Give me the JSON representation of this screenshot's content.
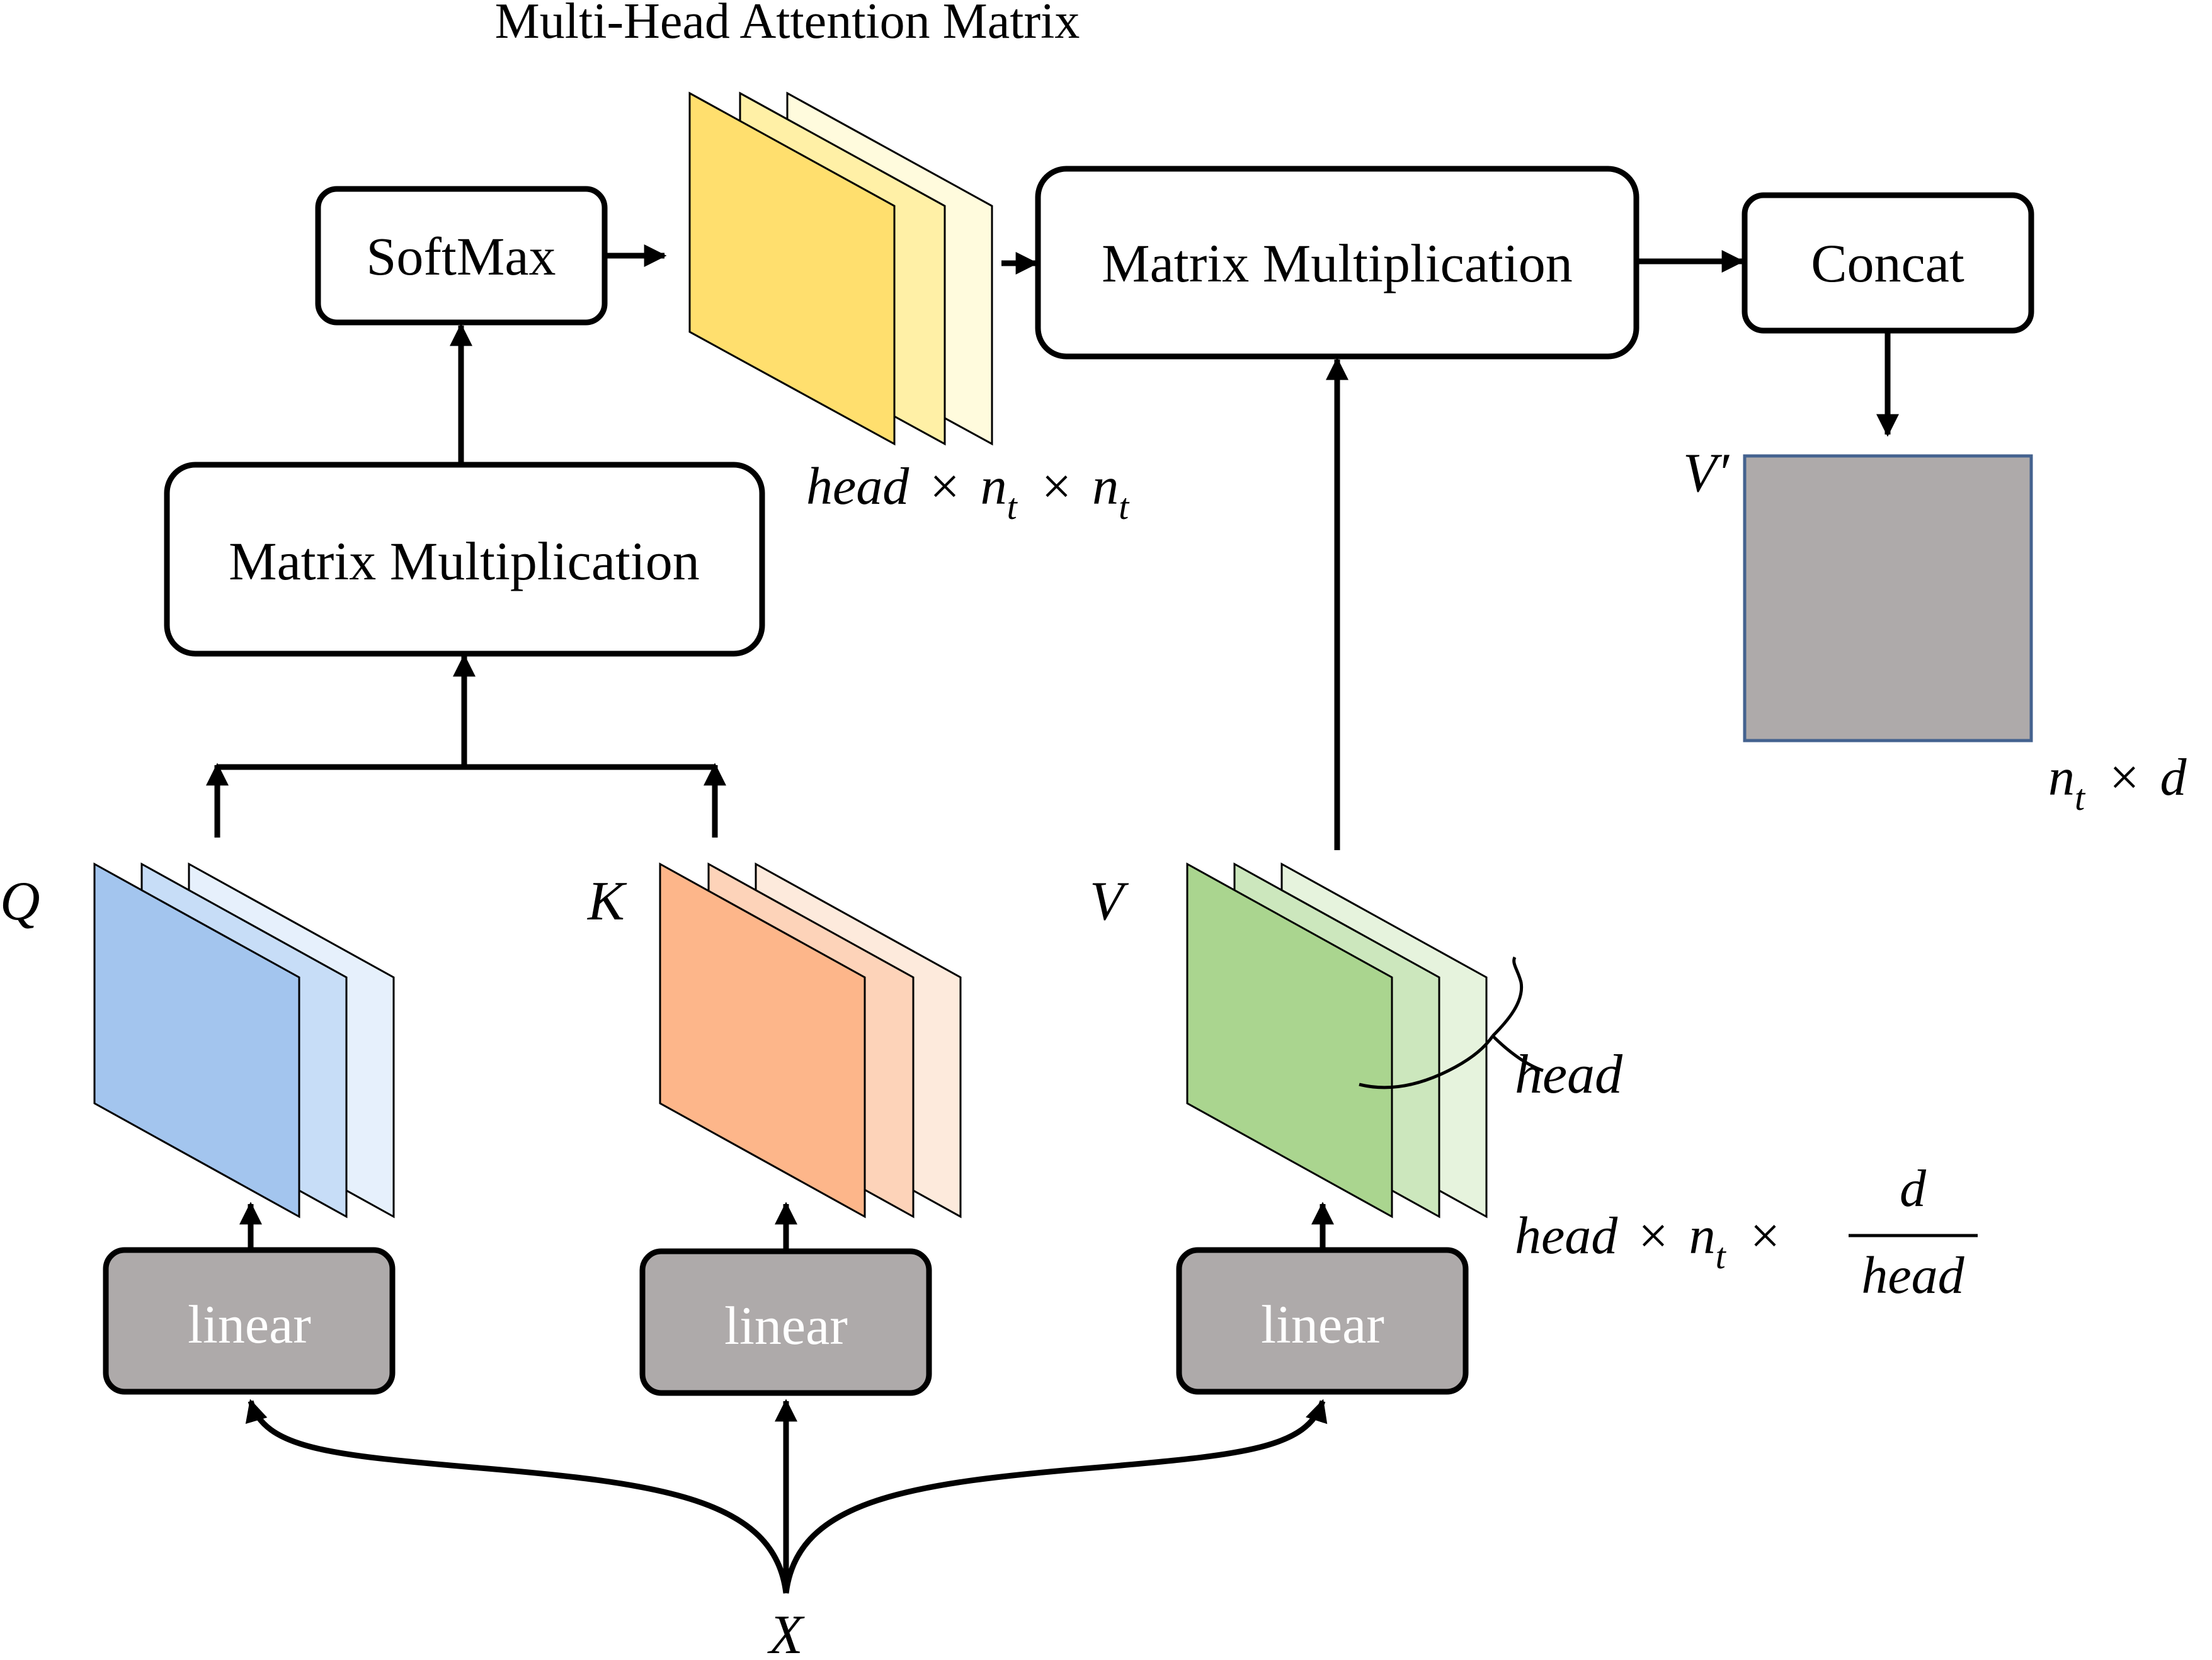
{
  "title": "Multi-Head Attention Matrix",
  "boxes": {
    "softmax": "SoftMax",
    "matmul_left": "Matrix Multiplication",
    "matmul_right": "Matrix Multiplication",
    "concat": "Concat",
    "linear_q": "linear",
    "linear_k": "linear",
    "linear_v": "linear"
  },
  "labels": {
    "q": "Q",
    "k": "K",
    "v": "V",
    "x": "X",
    "v_prime": "V′",
    "head": "head"
  },
  "dims": {
    "attention": {
      "head": "head",
      "times1": "×",
      "n1": "n",
      "sub1": "t",
      "times2": "×",
      "n2": "n",
      "sub2": "t"
    },
    "output": {
      "n": "n",
      "sub": "t",
      "times": "×",
      "d": "d"
    },
    "v_dim": {
      "head": "head",
      "times1": "×",
      "n": "n",
      "sub": "t",
      "times2": "×",
      "numerator": "d",
      "denominator": "head"
    }
  },
  "colors": {
    "q": [
      "#a3c5ee",
      "#c7ddf7",
      "#e6f0fc"
    ],
    "k": [
      "#fdb68a",
      "#fdd3b9",
      "#fdeadc"
    ],
    "v": [
      "#aad58f",
      "#cce7bd",
      "#e6f3dd"
    ],
    "attention": [
      "#ffdf6e",
      "#fff0a6",
      "#fffbdd"
    ],
    "output": "#aeaaaa",
    "output_border": "#44628f",
    "linear_fill": "#aeaaaa"
  }
}
